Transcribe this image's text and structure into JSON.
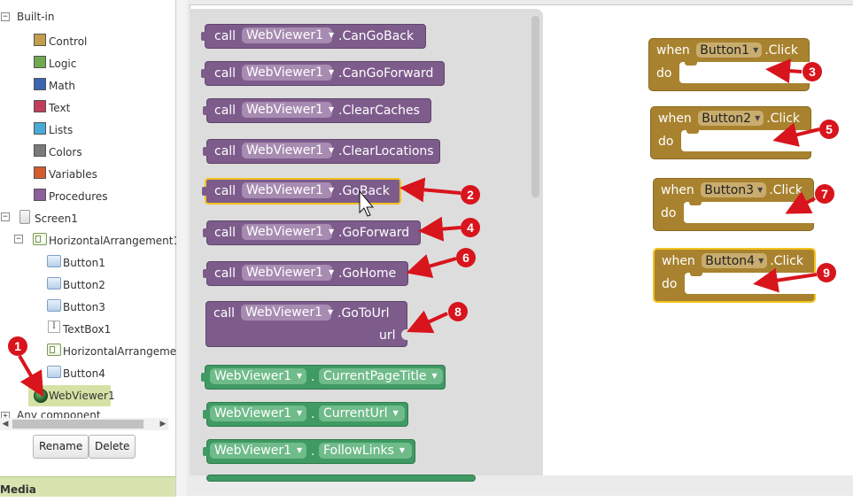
{
  "tree": {
    "builtin_label": "Built-in",
    "categories": [
      {
        "label": "Control",
        "color": "#c49d4b"
      },
      {
        "label": "Logic",
        "color": "#6fa84e"
      },
      {
        "label": "Math",
        "color": "#3c64b0"
      },
      {
        "label": "Text",
        "color": "#c23c5a"
      },
      {
        "label": "Lists",
        "color": "#4aaad6"
      },
      {
        "label": "Colors",
        "color": "#7a7a7a"
      },
      {
        "label": "Variables",
        "color": "#d45b2e"
      },
      {
        "label": "Procedures",
        "color": "#8c5e9c"
      }
    ],
    "screen_label": "Screen1",
    "arrangement_label": "HorizontalArrangement1",
    "children": [
      "Button1",
      "Button2",
      "Button3",
      "TextBox1",
      "HorizontalArrangemen",
      "Button4"
    ],
    "webviewer_label": "WebViewer1",
    "any_component_label": "Any component",
    "rename_label": "Rename",
    "delete_label": "Delete",
    "media_label": "Media"
  },
  "drawer": {
    "call": "call",
    "component": "WebViewer1",
    "methods": [
      ".CanGoBack",
      ".CanGoForward",
      ".ClearCaches",
      ".ClearLocations",
      ".GoBack",
      ".GoForward",
      ".GoHome",
      ".GoToUrl"
    ],
    "url_label": "url",
    "getters": [
      "CurrentPageTitle",
      "CurrentUrl",
      "FollowLinks"
    ],
    "dot": "."
  },
  "events": {
    "when": "when",
    "do": "do",
    "click": ".Click",
    "buttons": [
      "Button1",
      "Button2",
      "Button3",
      "Button4"
    ]
  },
  "annotations": [
    "1",
    "2",
    "3",
    "4",
    "5",
    "6",
    "7",
    "8",
    "9"
  ],
  "colors": {
    "procedure_purple": "#7d5c8c",
    "getter_green": "#3f9a63",
    "event_gold": "#a8822e",
    "selection_yellow": "#f3c21d",
    "annotation_red": "#d8141c"
  }
}
